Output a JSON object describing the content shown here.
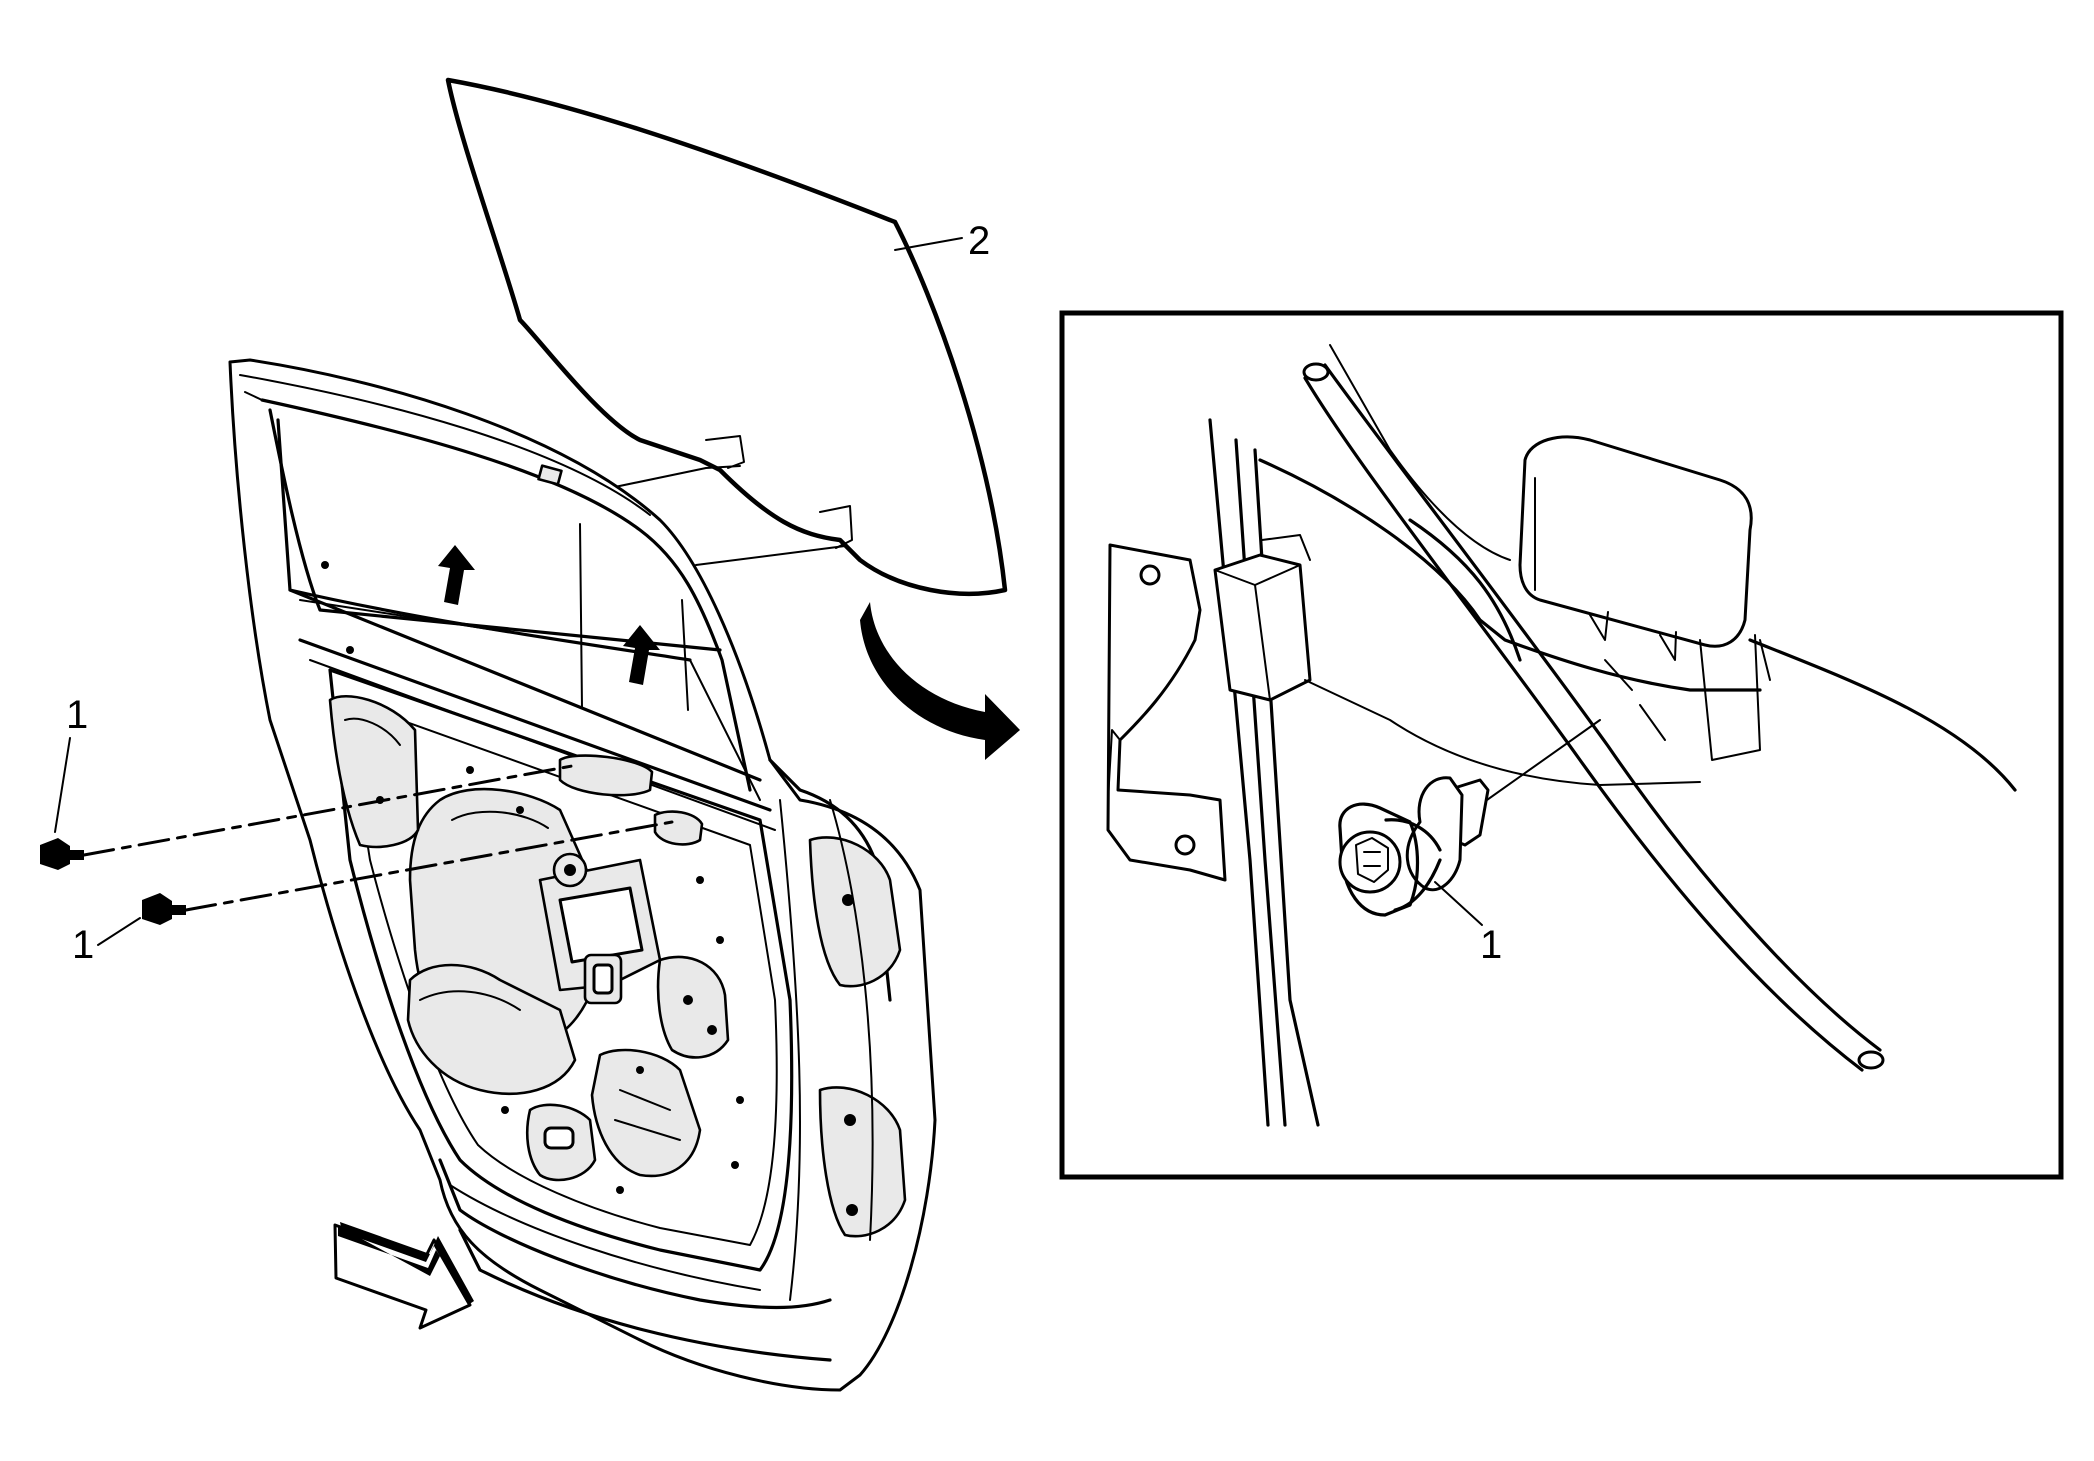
{
  "diagram": {
    "description_free": true,
    "callouts": {
      "glass_label": "2",
      "bolt_upper_label": "1",
      "bolt_lower_label": "1",
      "detail_bolt_label": "1"
    },
    "colors": {
      "line": "#000000",
      "background": "#ffffff",
      "shade": "#e9e9e9"
    },
    "icons": [
      "up-arrow",
      "up-arrow",
      "curved-arrow",
      "front-direction-arrow",
      "bolt"
    ]
  }
}
